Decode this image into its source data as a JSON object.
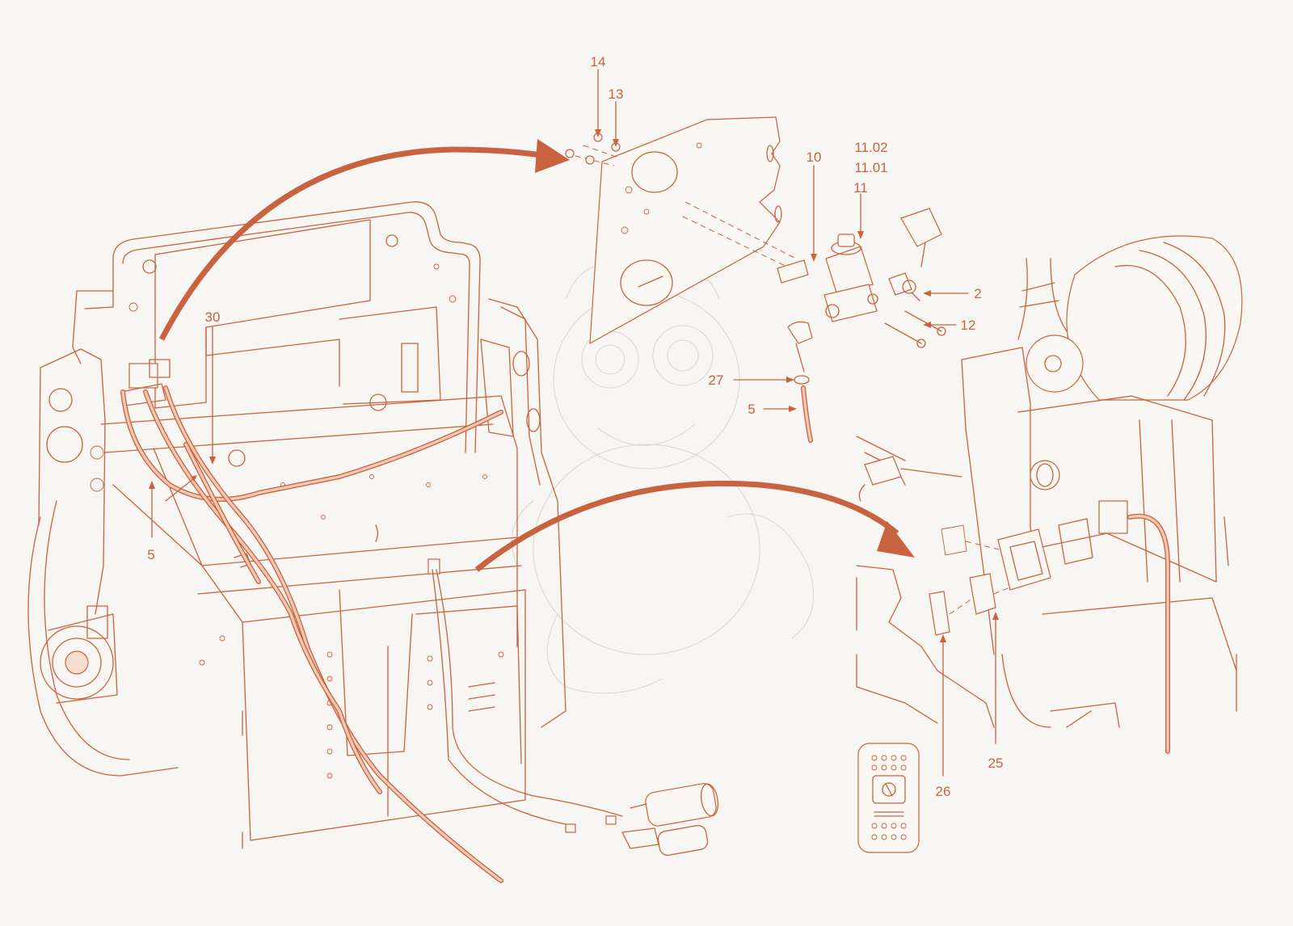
{
  "colors": {
    "line": "#c8623f",
    "hose_fill": "#f3c8b2",
    "background": "#f8f6f3",
    "arrow": "#c8623f",
    "watermark": "#dcd6d2"
  },
  "callouts": {
    "c14": "14",
    "c13": "13",
    "c10": "10",
    "c11_02": "11.02",
    "c11_01": "11.01",
    "c11": "11",
    "c2": "2",
    "c12": "12",
    "c27": "27",
    "c5_right": "5",
    "c30": "30",
    "c5_left": "5",
    "c26": "26",
    "c25": "25"
  },
  "icons": [
    "curved-arrow",
    "watermark-dragon",
    "rocker-switch-icon"
  ]
}
